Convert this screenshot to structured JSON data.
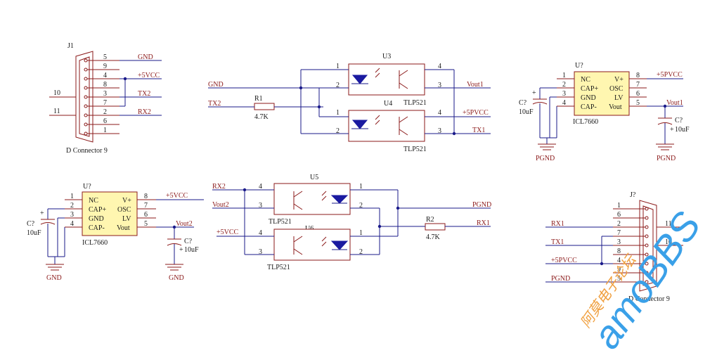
{
  "j1": {
    "ref": "J1",
    "name": "D Connector 9",
    "pins": [
      "5",
      "9",
      "4",
      "8",
      "3",
      "7",
      "2",
      "6",
      "1"
    ],
    "side": [
      "10",
      "11"
    ]
  },
  "j1_nets": {
    "gnd": "GND",
    "vcc": "+5VCC",
    "tx": "TX2",
    "rx": "RX2"
  },
  "u3": {
    "ref": "U3",
    "part": "TLP521",
    "pins": [
      "1",
      "2",
      "4",
      "3"
    ]
  },
  "u4": {
    "ref": "U4",
    "part": "TLP521",
    "pins": [
      "1",
      "2",
      "4",
      "3"
    ]
  },
  "r1": {
    "ref": "R1",
    "value": "4.7K"
  },
  "top_mid_nets": {
    "gnd": "GND",
    "tx2": "TX2",
    "vout1": "Vout1",
    "vcc": "+5PVCC",
    "tx1": "TX1"
  },
  "icl_top": {
    "ref": "U?",
    "part": "ICL7660",
    "lpins": [
      "1",
      "2",
      "3",
      "4"
    ],
    "rpins": [
      "8",
      "7",
      "6",
      "5"
    ],
    "lnames": [
      "NC",
      "CAP+",
      "GND",
      "CAP-"
    ],
    "rnames": [
      "V+",
      "OSC",
      "LV",
      "Vout"
    ],
    "net_vcc": "+5PVCC",
    "net_out": "Vout1",
    "cap_l": "C?",
    "cap_l_val": "10uF",
    "cap_r": "C?",
    "cap_r_val": "10uF",
    "gnd1": "PGND",
    "gnd2": "PGND"
  },
  "icl_bot": {
    "ref": "U?",
    "part": "ICL7660",
    "lpins": [
      "1",
      "2",
      "3",
      "4"
    ],
    "rpins": [
      "8",
      "7",
      "6",
      "5"
    ],
    "lnames": [
      "NC",
      "CAP+",
      "GND",
      "CAP-"
    ],
    "rnames": [
      "V+",
      "OSC",
      "LV",
      "Vout"
    ],
    "net_vcc": "+5VCC",
    "net_out": "Vout2",
    "cap_l": "C?",
    "cap_l_val": "10uF",
    "cap_r": "C?",
    "cap_r_val": "10uF",
    "gnd1": "GND",
    "gnd2": "GND"
  },
  "u5": {
    "ref": "U5",
    "part": "TLP521",
    "pins": [
      "4",
      "3",
      "1",
      "2"
    ]
  },
  "u6": {
    "ref": "U6",
    "part": "TLP521",
    "pins": [
      "4",
      "3",
      "1",
      "2"
    ]
  },
  "r2": {
    "ref": "R2",
    "value": "4.7K"
  },
  "bot_mid_nets": {
    "rx2": "RX2",
    "vout2": "Vout2",
    "vcc": "+5VCC",
    "pgnd": "PGND",
    "rx1": "RX1"
  },
  "j2": {
    "ref": "J?",
    "name": "D Connector 9",
    "pins": [
      "1",
      "6",
      "2",
      "7",
      "3",
      "8",
      "4",
      "9",
      "5"
    ],
    "side": [
      "11",
      "10"
    ]
  },
  "j2_nets": {
    "rx": "RX1",
    "tx": "TX1",
    "vcc": "+5PVCC",
    "gnd": "PGND"
  },
  "watermark": {
    "brand": "amoBBS",
    "cn": "阿莫电子论坛"
  }
}
